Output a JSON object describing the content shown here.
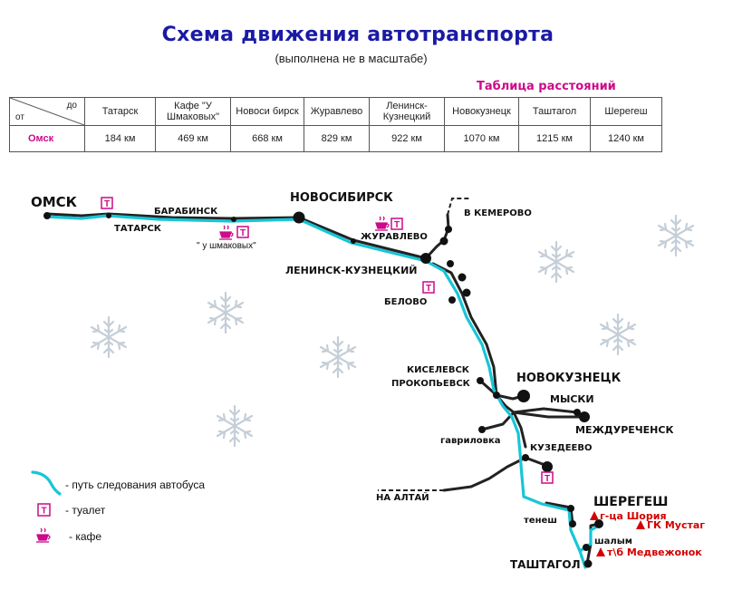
{
  "title": "Схема движения автотранспорта",
  "subtitle": "(выполнена не в масштабе)",
  "table_title": "Таблица расстояний",
  "table": {
    "corner_to": "до",
    "corner_from": "от",
    "headers": [
      [
        "Татарск"
      ],
      [
        "Кафе \"У",
        "Шмаковых\""
      ],
      [
        "Новоси бирск"
      ],
      [
        "Журавлево"
      ],
      [
        "Ленинск-",
        "Кузнецкий"
      ],
      [
        "Новокузнецк"
      ],
      [
        "Таштагол"
      ],
      [
        "Шерегеш"
      ]
    ],
    "from": "Омск",
    "values": [
      "184 км",
      "469 км",
      "668 км",
      "829 км",
      "922 км",
      "1070 км",
      "1215 км",
      "1240 км"
    ]
  },
  "map": {
    "cities": {
      "omsk": "ОМСК",
      "novosibirsk": "НОВОСИБИРСК",
      "barabinsk": "БАРАБИНСК",
      "tatarsk": "ТАТАРСК",
      "shmakovykh": "\" у шмаковых\"",
      "zhuravlevo": "ЖУРАВЛЕВО",
      "kemerovo": "В КЕМЕРОВО",
      "leninsk": "ЛЕНИНСК-КУЗНЕЦКИЙ",
      "belovo": "БЕЛОВО",
      "kiselevsk": "КИСЕЛЕВСК",
      "prokopevsk": "ПРОКОПЬЕВСК",
      "novokuznetsk": "НОВОКУЗНЕЦК",
      "myski": "МЫСКИ",
      "mezhdurechensk": "МЕЖДУРЕЧЕНСК",
      "gavrilovka": "гавриловка",
      "kuzedeevo": "КУЗЕДЕЕВО",
      "altai": "НА АЛТАЙ",
      "sheregesh": "ШЕРЕГЕШ",
      "tenesh": "тенеш",
      "shalym": "шалым",
      "tashtagol": "ТАШТАГОЛ"
    },
    "pois": [
      "г-ца Шория",
      "ГК Мустаг",
      "т\\б Медвежонок"
    ],
    "toilet_glyph": "T"
  },
  "legend": {
    "route": "- путь следования автобуса",
    "toilet": "- туалет",
    "cafe": "- кафе"
  },
  "colors": {
    "title": "#1a1aa6",
    "accent": "#cc0a8a",
    "route": "#17c6d6",
    "road": "#222222",
    "poi": "#d40000"
  }
}
